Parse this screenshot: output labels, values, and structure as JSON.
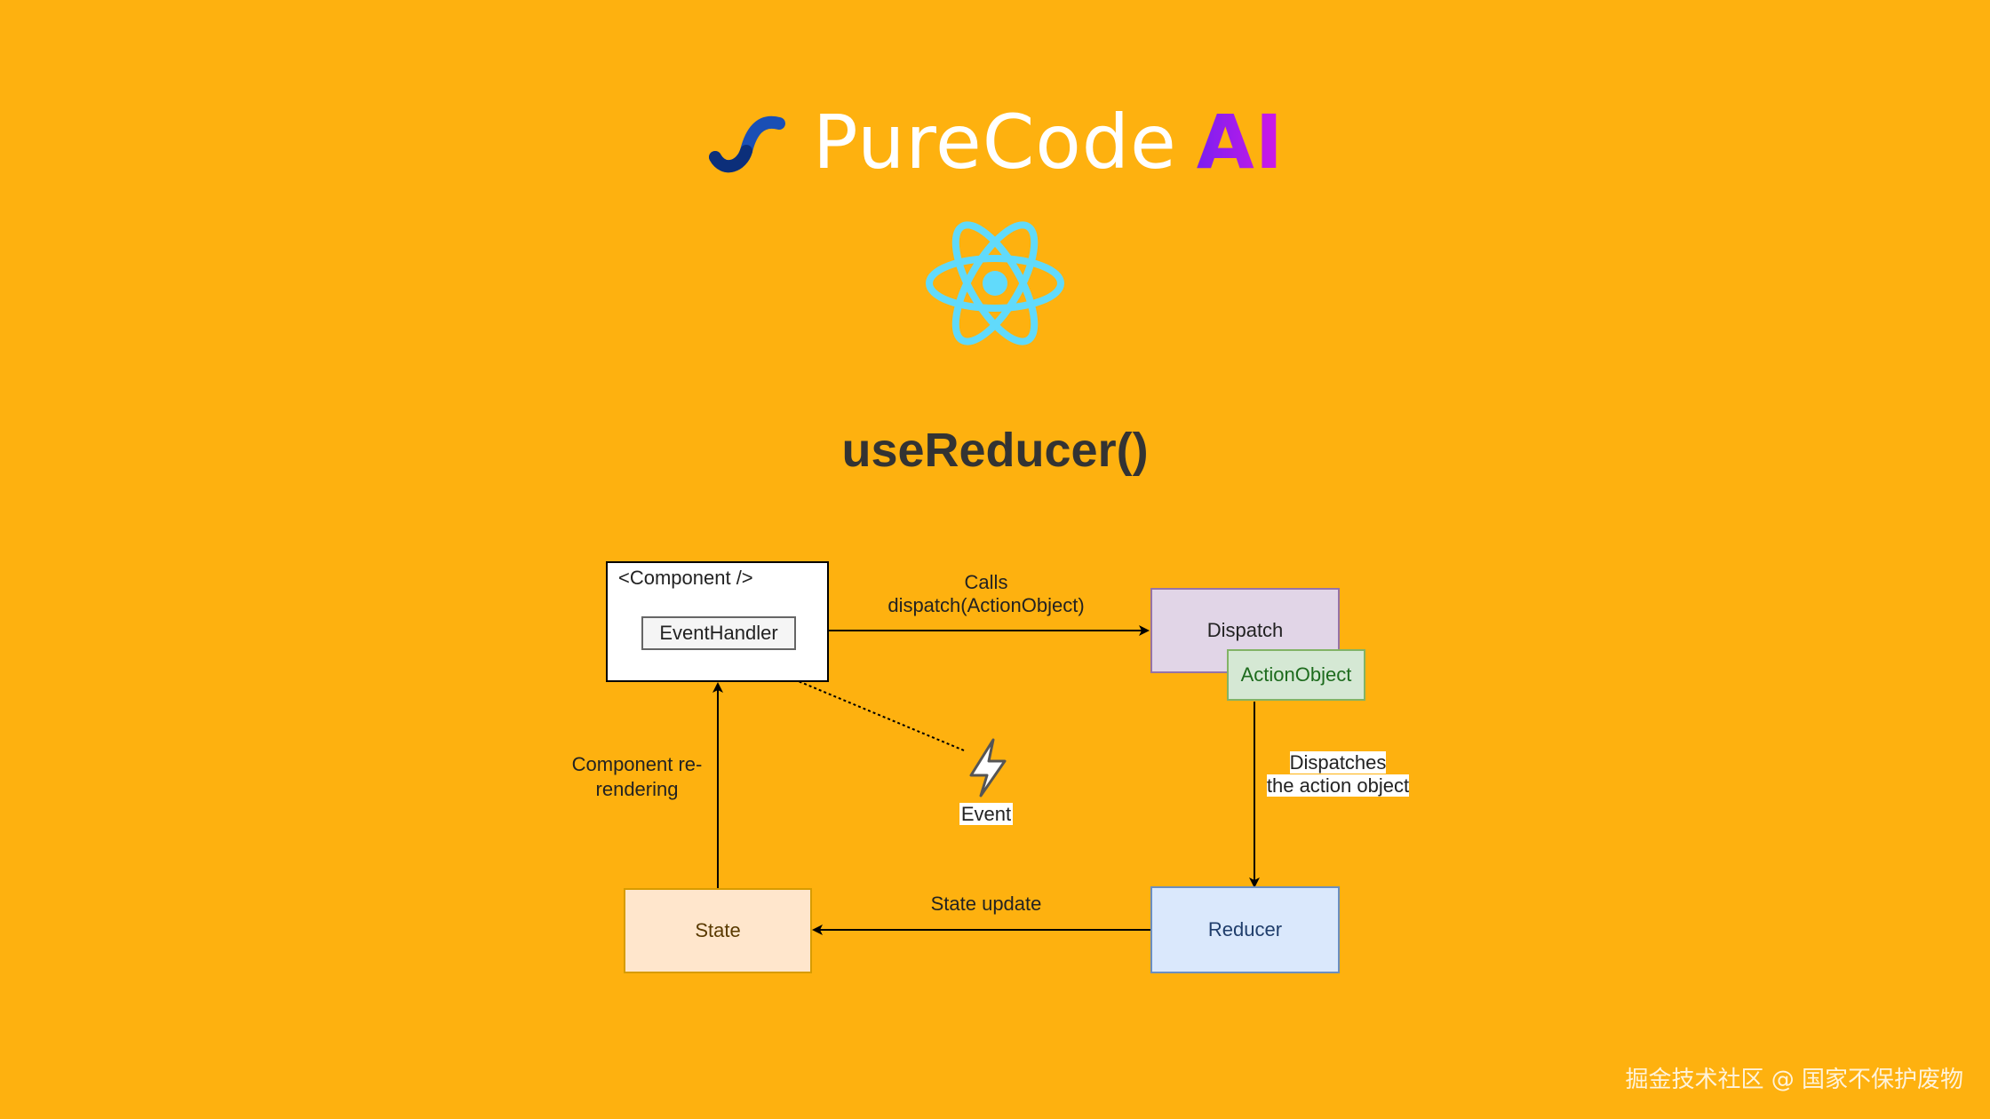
{
  "brand": {
    "name": "PureCode",
    "suffix": "AI"
  },
  "title": "useReducer()",
  "diagram": {
    "component_label": "<Component />",
    "event_handler_label": "EventHandler",
    "dispatch_label": "Dispatch",
    "action_object_label": "ActionObject",
    "reducer_label": "Reducer",
    "state_label": "State",
    "edge_calls_line1": "Calls",
    "edge_calls_line2": "dispatch(ActionObject)",
    "edge_dispatches_line1": "Dispatches",
    "edge_dispatches_line2": "the action object",
    "edge_state_update": "State update",
    "edge_rerender_line1": "Component re-",
    "edge_rerender_line2": "rendering",
    "event_label": "Event"
  },
  "watermark": "掘金技术社区 @ 国家不保护废物",
  "colors": {
    "background": "#FEB10F",
    "dispatch_fill": "#E1D5E7",
    "action_fill": "#D5E8D4",
    "reducer_fill": "#DAE8FC",
    "state_fill": "#FFE6CC",
    "react_logo": "#61DAFB"
  }
}
